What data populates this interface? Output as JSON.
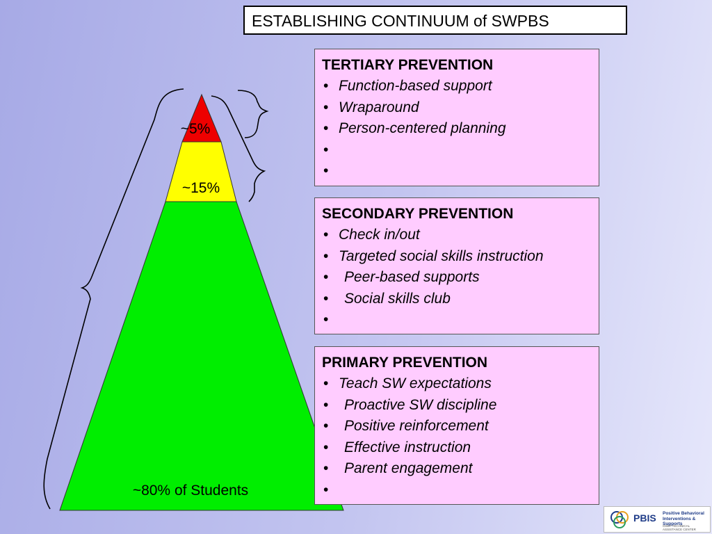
{
  "title": "ESTABLISHING CONTINUUM of SWPBS",
  "pyramid": {
    "tiers": [
      {
        "label": "~5%",
        "color": "#ee0000"
      },
      {
        "label": "~15%",
        "color": "#ffff00"
      },
      {
        "label": "~80% of Students",
        "color": "#00ee00"
      }
    ]
  },
  "panels": {
    "tertiary": {
      "heading": "TERTIARY PREVENTION",
      "items": [
        "Function-based support",
        "Wraparound",
        "Person-centered planning",
        "",
        ""
      ]
    },
    "secondary": {
      "heading": "SECONDARY PREVENTION",
      "items": [
        "Check in/out",
        "Targeted social skills instruction",
        "Peer-based supports",
        "Social skills club",
        ""
      ]
    },
    "primary": {
      "heading": "PRIMARY PREVENTION",
      "items": [
        "Teach SW expectations",
        "Proactive SW discipline",
        "Positive reinforcement",
        "Effective instruction",
        "Parent engagement",
        ""
      ]
    }
  },
  "logo": {
    "name": "PBIS",
    "tagline": "Positive Behavioral Interventions & Supports",
    "subline": "OSEP TECHNICAL ASSISTANCE CENTER"
  }
}
